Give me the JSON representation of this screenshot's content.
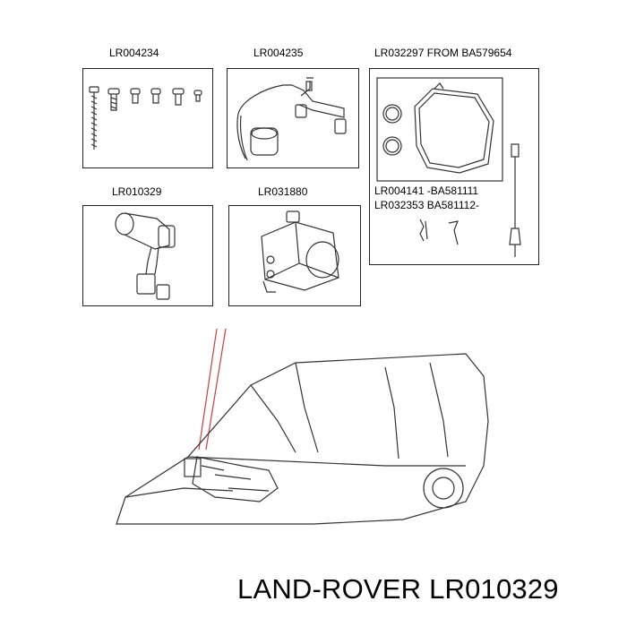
{
  "parts": {
    "p1": "LR004234",
    "p2": "LR004235",
    "p3": "LR032297 FROM BA579654",
    "p4": "LR010329",
    "p5": "LR031880",
    "note1": "LR004141 -BA581111",
    "note2": "LR032353 BA581112-"
  },
  "footer": "LAND-ROVER LR010329",
  "colors": {
    "line": "#333333",
    "callout": "#d23b3b"
  }
}
